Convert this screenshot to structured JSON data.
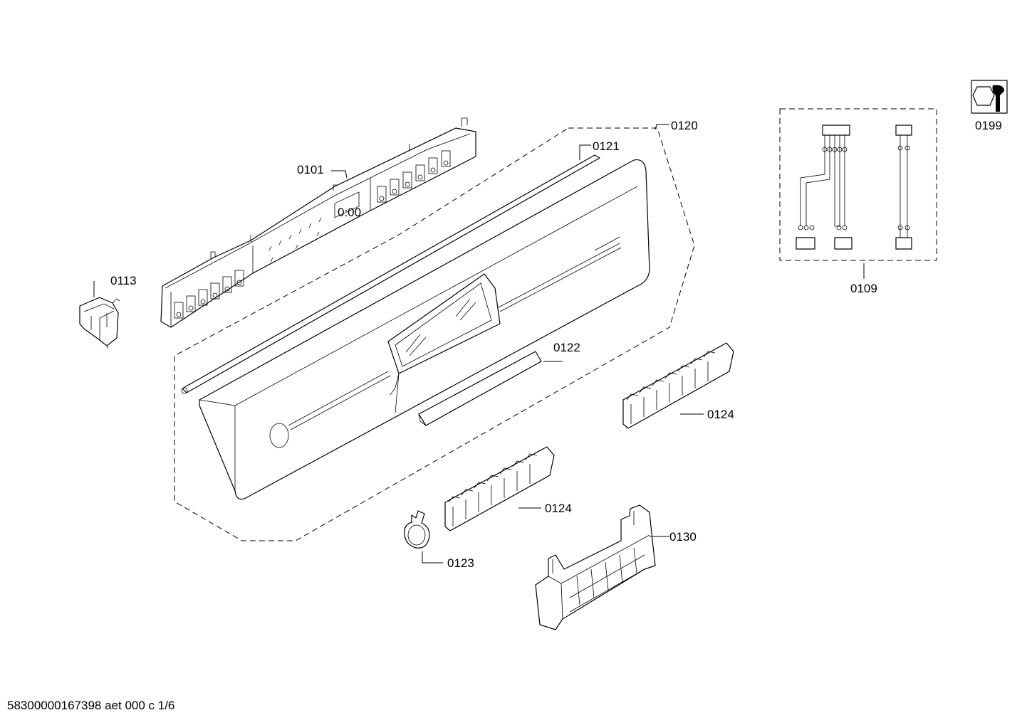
{
  "diagram": {
    "labels": {
      "p0101": "0101",
      "p0109": "0109",
      "p0113": "0113",
      "p0120": "0120",
      "p0121": "0121",
      "p0122": "0122",
      "p0123": "0123",
      "p0124a": "0124",
      "p0124b": "0124",
      "p0130": "0130",
      "p0199": "0199"
    },
    "display_text": "0:00"
  },
  "footer": {
    "text": "58300000167398 aet 000 c 1/6"
  }
}
